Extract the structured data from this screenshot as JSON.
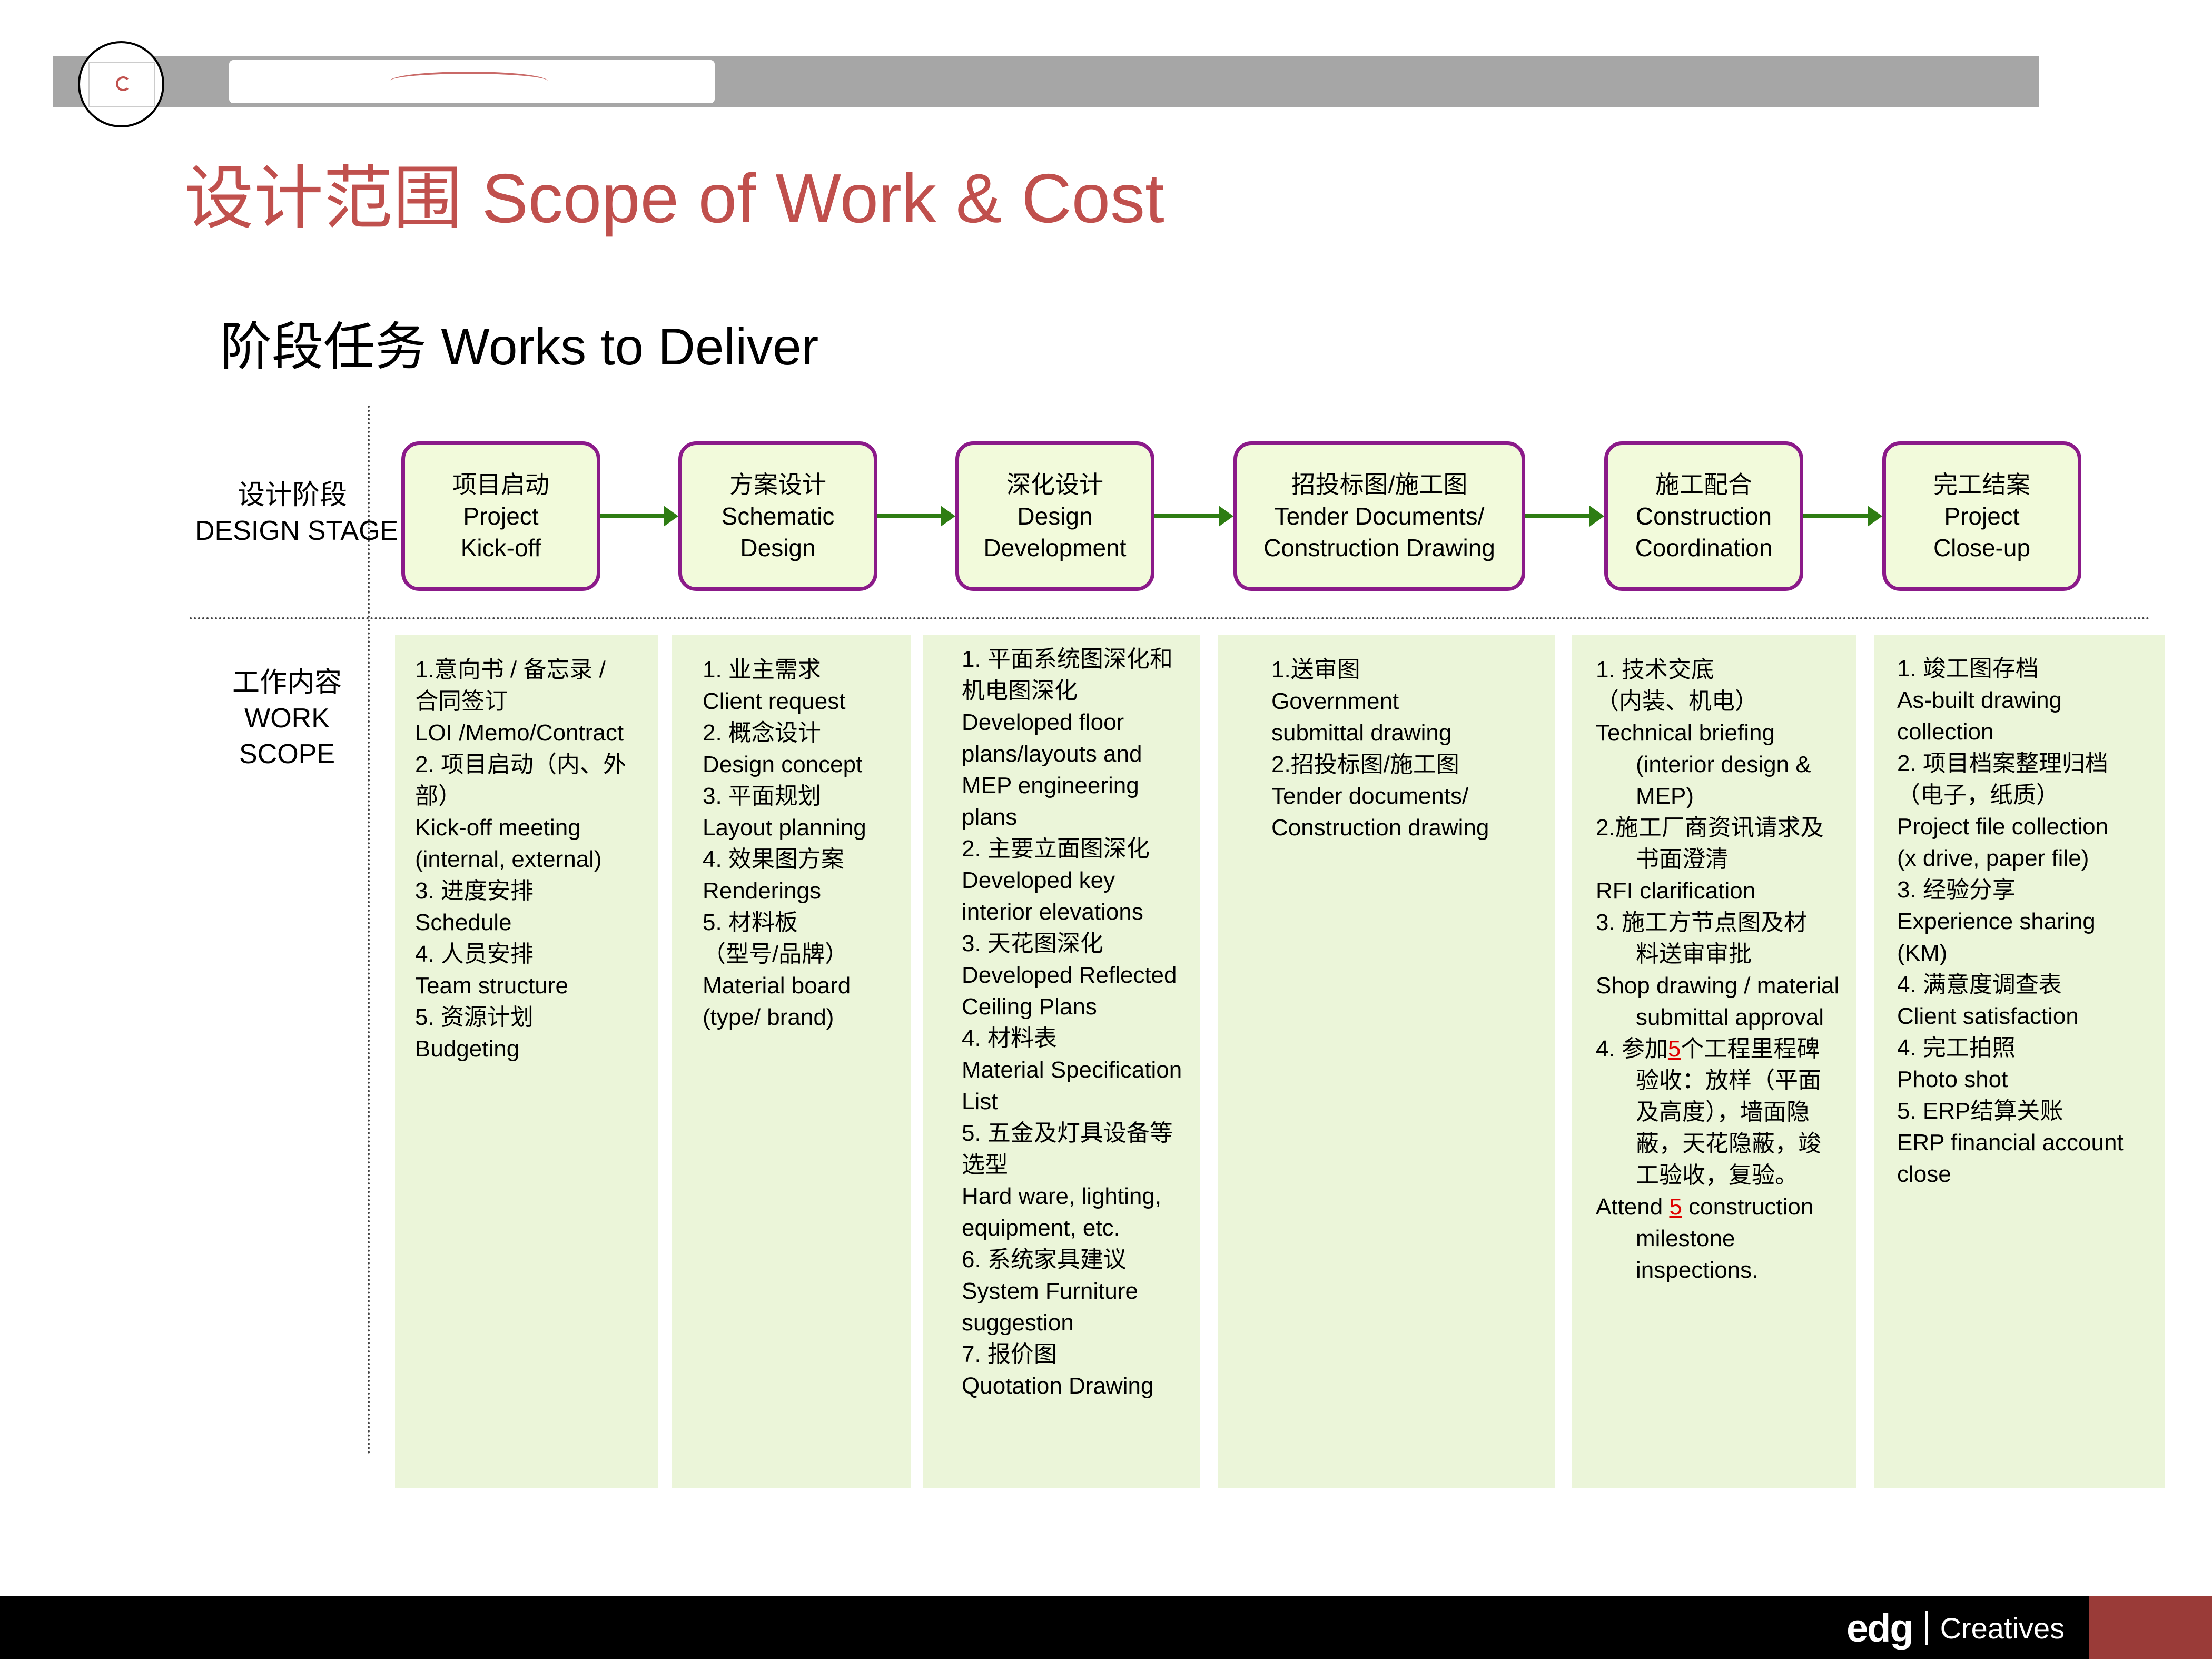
{
  "header": {
    "title": "设计范围 Scope of Work & Cost",
    "subtitle": "阶段任务  Works to Deliver"
  },
  "labels": {
    "stage_cn": "设计阶段",
    "stage_en": "DESIGN STAGE",
    "scope_cn": "工作内容",
    "scope_en1": "WORK",
    "scope_en2": "SCOPE"
  },
  "stages": [
    {
      "lines": [
        "项目启动",
        "Project",
        "Kick-off"
      ]
    },
    {
      "lines": [
        "方案设计",
        "Schematic",
        "Design"
      ]
    },
    {
      "lines": [
        "深化设计",
        "Design",
        "Development"
      ]
    },
    {
      "lines": [
        "招投标图/施工图",
        "Tender Documents/",
        "Construction Drawing"
      ]
    },
    {
      "lines": [
        "施工配合",
        "Construction",
        "Coordination"
      ]
    },
    {
      "lines": [
        "完工结案",
        "Project",
        "Close-up"
      ]
    }
  ],
  "scope": [
    {
      "lines": [
        "1.意向书 / 备忘录 /",
        "合同签订",
        "LOI /Memo/Contract",
        "2. 项目启动（内、外",
        "部）",
        "Kick-off meeting",
        "(internal, external)",
        "3. 进度安排",
        "Schedule",
        "4. 人员安排",
        "Team structure",
        "5. 资源计划",
        "Budgeting"
      ]
    },
    {
      "lines": [
        "1. 业主需求",
        "Client request",
        "2. 概念设计",
        "Design concept",
        "3. 平面规划",
        "Layout planning",
        "4. 效果图方案",
        "Renderings",
        "5. 材料板",
        "（型号/品牌）",
        "Material board",
        " (type/ brand)"
      ]
    },
    {
      "lines": [
        "1. 平面系统图深化和",
        "机电图深化",
        "Developed floor",
        "plans/layouts and",
        "MEP  engineering",
        "plans",
        "2. 主要立面图深化",
        "Developed key",
        "interior elevations",
        "3. 天花图深化",
        "Developed Reflected",
        "Ceiling Plans",
        "4. 材料表",
        "Material Specification",
        "List",
        "5. 五金及灯具设备等",
        "选型",
        "Hard ware, lighting,",
        "equipment, etc.",
        "6. 系统家具建议",
        "System Furniture",
        "suggestion",
        "7. 报价图",
        "Quotation Drawing"
      ]
    },
    {
      "lines": [
        "1.送审图",
        "Government",
        "submittal drawing",
        "2.招投标图/施工图",
        "Tender documents/",
        "Construction drawing"
      ]
    },
    {
      "lines": [
        "1. 技术交底",
        "（内装、机电）",
        "Technical briefing",
        "(interior design &",
        "MEP)",
        "2.施工厂商资讯请求及",
        "书面澄清",
        "RFI clarification",
        "3. 施工方节点图及材",
        "料送审审批",
        "Shop drawing / material",
        "submittal approval",
        "4. 参加",
        "5",
        "个工程里程碑",
        "验收：放样（平面",
        "及高度），墙面隐",
        "蔽，天花隐蔽，竣",
        "工验收，复验。",
        "Attend ",
        "5",
        " construction",
        "milestone",
        "inspections."
      ]
    },
    {
      "lines": [
        "1. 竣工图存档",
        "As-built drawing",
        "collection",
        "2. 项目档案整理归档",
        "（电子，纸质）",
        "Project file collection",
        "(x drive, paper file)",
        "3. 经验分享",
        "Experience sharing",
        "(KM)",
        "4. 满意度调查表",
        "Client satisfaction",
        "4. 完工拍照",
        "Photo shot",
        "5. ERP结算关账",
        "ERP financial account",
        "close"
      ]
    }
  ],
  "footer": {
    "brand_mark": "edg",
    "brand_word": "Creatives"
  },
  "colors": {
    "title": "#c0504d",
    "stage_border": "#8b1a89",
    "stage_fill": "#f2fadb",
    "arrow": "#2e7d13",
    "column_fill": "#ebf5d9",
    "footer": "#000000",
    "footer_accent": "#9a3b38"
  }
}
